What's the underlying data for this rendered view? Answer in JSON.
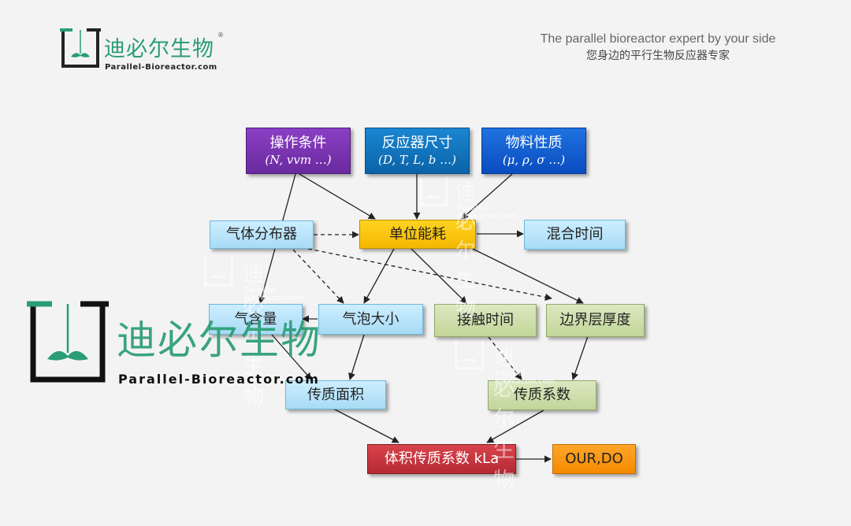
{
  "brand": {
    "name": "迪必尔生物",
    "reg": "®",
    "url": "Parallel-Bioreactor.com"
  },
  "tagline": {
    "en": "The parallel bioreactor expert  by your side",
    "cn": "您身边的平行生物反应器专家"
  },
  "colors": {
    "brand_green": "#2a9d74",
    "arrow": "#222222"
  },
  "nodes": {
    "operating": {
      "label": "操作条件",
      "sub": "(N, vvm …)"
    },
    "reactor_size": {
      "label": "反应器尺寸",
      "sub": "(D, T, L, b …)"
    },
    "material": {
      "label": "物料性质",
      "sub": "(μ, ρ, σ …)"
    },
    "sparger": {
      "label": "气体分布器"
    },
    "power": {
      "label": "单位能耗"
    },
    "mixing_time": {
      "label": "混合时间"
    },
    "gas_holdup": {
      "label": "气含量"
    },
    "bubble_size": {
      "label": "气泡大小"
    },
    "contact_time": {
      "label": "接触时间"
    },
    "boundary_layer": {
      "label": "边界层厚度"
    },
    "transfer_area": {
      "label": "传质面积"
    },
    "transfer_coeff": {
      "label": "传质系数"
    },
    "kla": {
      "label": "体积传质系数 kLa"
    },
    "our_do": {
      "label": "OUR,DO"
    }
  }
}
